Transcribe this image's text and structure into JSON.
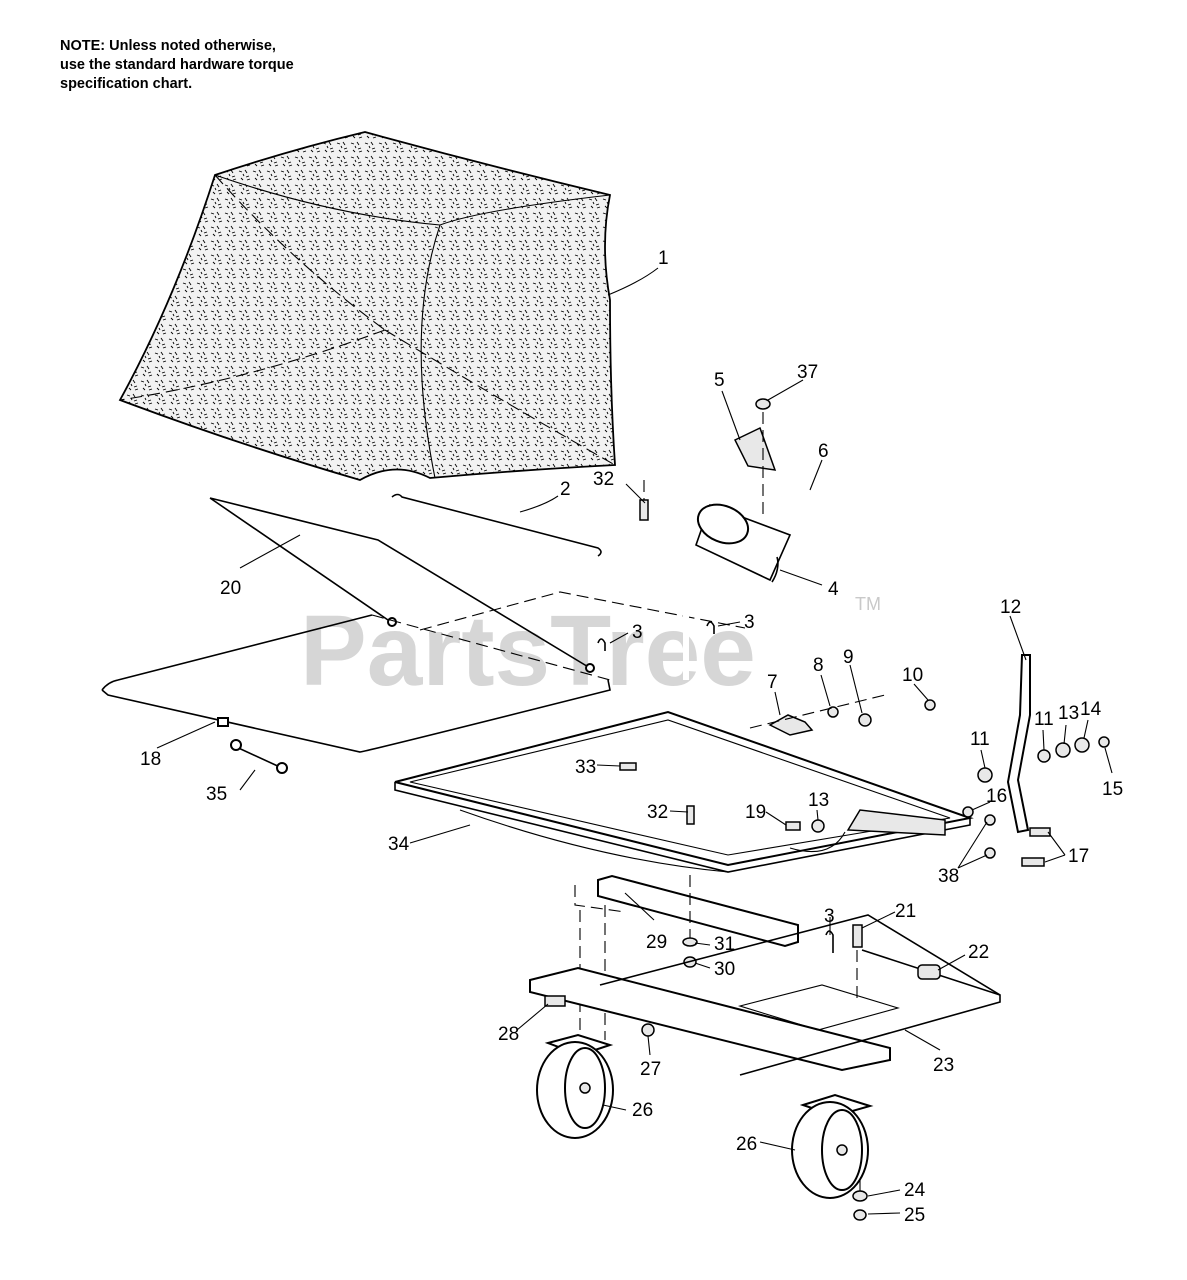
{
  "note": {
    "line1": "NOTE: Unless noted otherwise,",
    "line2": "use the standard hardware torque",
    "line3": "specification chart."
  },
  "watermark": {
    "text": "PartsTree",
    "tm": "TM"
  },
  "callouts": [
    "1",
    "2",
    "3",
    "3",
    "3",
    "3",
    "4",
    "5",
    "6",
    "7",
    "8",
    "9",
    "10",
    "11",
    "11",
    "12",
    "13",
    "13",
    "14",
    "15",
    "16",
    "17",
    "18",
    "19",
    "20",
    "21",
    "22",
    "23",
    "24",
    "25",
    "26",
    "26",
    "27",
    "28",
    "29",
    "30",
    "31",
    "32",
    "32",
    "33",
    "34",
    "35",
    "37",
    "38"
  ]
}
